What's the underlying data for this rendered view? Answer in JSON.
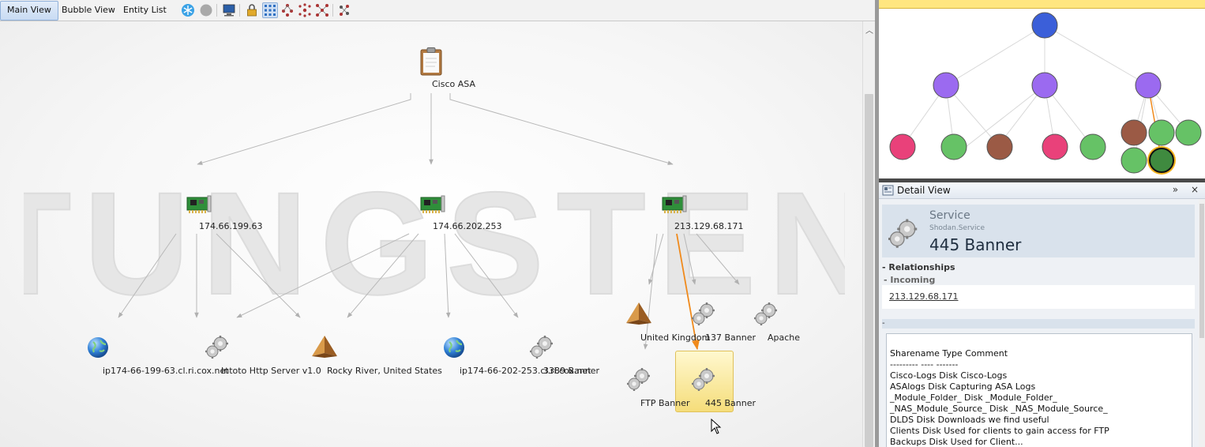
{
  "toolbar": {
    "tabs": [
      {
        "label": "Main View",
        "active": true
      },
      {
        "label": "Bubble View",
        "active": false
      },
      {
        "label": "Entity List",
        "active": false
      }
    ],
    "icons": [
      "freeze-icon",
      "stop-icon",
      "computer-icon",
      "lock-icon",
      "hierarchical-layout-icon",
      "circular-layout-icon",
      "organic-layout-icon",
      "interactive-layout-icon",
      "node-layout-icon"
    ]
  },
  "graph": {
    "watermark": "TUNGSTEN",
    "root": {
      "label": "Cisco ASA"
    },
    "ips": [
      {
        "label": "174.66.199.63"
      },
      {
        "label": "174.66.202.253"
      },
      {
        "label": "213.129.68.171"
      }
    ],
    "leaves": [
      {
        "label": "ip174-66-199-63.cl.ri.cox.net",
        "kind": "globe"
      },
      {
        "label": "Intoto Http Server v1.0",
        "kind": "gear"
      },
      {
        "label": "Rocky River, United States",
        "kind": "pyramid"
      },
      {
        "label": "ip174-66-202-253.cl.ri.cox.net",
        "kind": "globe"
      },
      {
        "label": "3389 Banner",
        "kind": "gear"
      },
      {
        "label": "United Kingdom",
        "kind": "pyramid"
      },
      {
        "label": "137 Banner",
        "kind": "gear"
      },
      {
        "label": "Apache",
        "kind": "gear"
      },
      {
        "label": "FTP Banner",
        "kind": "gear"
      },
      {
        "label": "445 Banner",
        "kind": "gear",
        "selected": true
      }
    ],
    "colors": {
      "edge": "#b0b0b0",
      "selected_edge": "#f08a1c"
    }
  },
  "overview": {
    "colors": {
      "root": "#3b5fd9",
      "ip": "#9b6af0",
      "pink": "#e9417a",
      "green": "#66c266",
      "brown": "#9b5a45",
      "selected": "#3f8a3f"
    }
  },
  "detail": {
    "title": "Detail View",
    "controls": "» ×",
    "entity_type": "Service",
    "entity_subtype": "Shodan.Service",
    "entity_value": "445 Banner",
    "relationships_label": "- Relationships",
    "incoming_label": "- Incoming",
    "incoming_link": "213.129.68.171",
    "banner_section_label": "-",
    "banner_lines": [
      "Sharename Type Comment",
      "--------- ---- -------",
      "Cisco-Logs Disk Cisco-Logs",
      "ASAlogs Disk Capturing ASA Logs",
      "_Module_Folder_ Disk _Module_Folder_",
      "_NAS_Module_Source_ Disk _NAS_Module_Source_",
      "DLDS Disk Downloads we find useful",
      "Clients Disk Used for clients to gain access for FTP",
      "Backups Disk Used for Client..."
    ]
  }
}
